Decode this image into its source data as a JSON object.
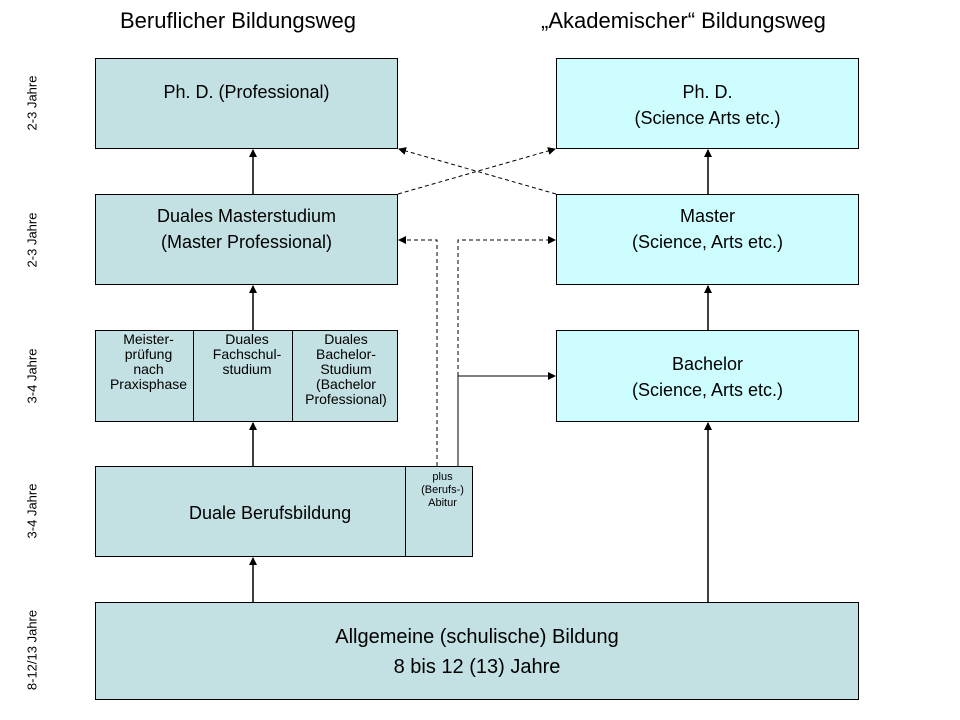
{
  "headings": {
    "left": "Beruflicher Bildungsweg",
    "right": "„Akademischer“ Bildungsweg"
  },
  "durations": [
    "2-3 Jahre",
    "2-3 Jahre",
    "3-4 Jahre",
    "3-4 Jahre",
    "8-12/13 Jahre"
  ],
  "boxes": {
    "phd_professional": {
      "lines": [
        "Ph. D. (Professional)"
      ]
    },
    "phd_science": {
      "lines": [
        "Ph. D.",
        "(Science Arts etc.)"
      ]
    },
    "dual_master": {
      "lines": [
        "Duales Masterstudium",
        "(Master Professional)"
      ]
    },
    "master": {
      "lines": [
        "Master",
        "(Science, Arts etc.)"
      ]
    },
    "bachelor": {
      "lines": [
        "Bachelor",
        "(Science, Arts etc.)"
      ]
    },
    "vocational_training": {
      "lines": [
        "Duale Berufsbildung"
      ]
    },
    "general_education": {
      "lines": [
        "Allgemeine (schulische) Bildung",
        "8 bis 12 (13) Jahre"
      ]
    }
  },
  "split_box": [
    "Meister-\nprüfung\nnach\nPraxisphase",
    "Duales\nFachschul-\nstudium",
    "Duales\nBachelor-\nStudium\n(Bachelor\nProfessional)"
  ],
  "plus_abitur": "plus\n(Berufs-)\nAbitur",
  "colors": {
    "left_box_fill": "#c3e0e2",
    "right_box_fill": "#cdfdfe",
    "border": "#000000"
  }
}
